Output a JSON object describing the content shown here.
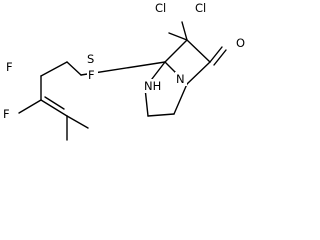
{
  "molecule": {
    "atoms": {
      "cl1": "Cl",
      "cl2": "Cl",
      "o": "O",
      "s": "S",
      "n": "N",
      "nh": "NH",
      "f1": "F",
      "f2": "F",
      "f3": "F"
    },
    "colors": {
      "bond": "#000000",
      "label": "#000000",
      "background": "#ffffff"
    }
  }
}
